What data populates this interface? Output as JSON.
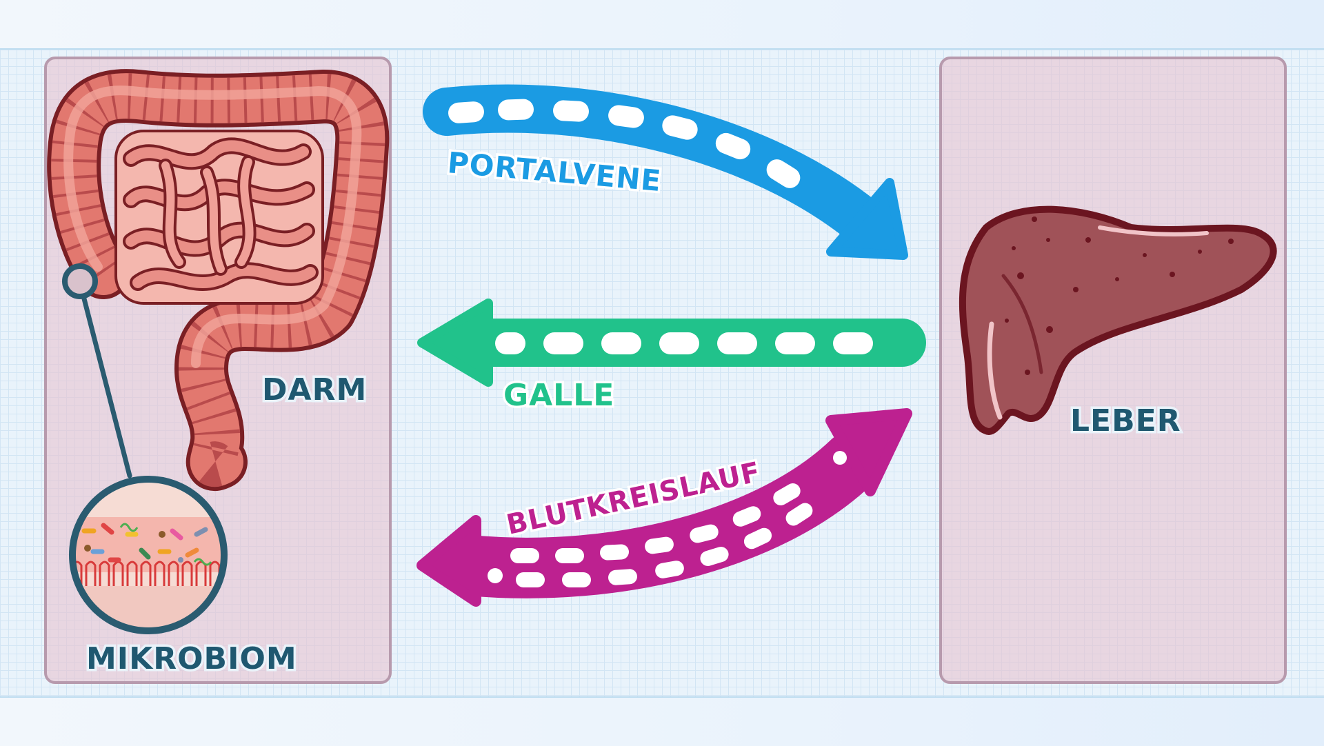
{
  "labels": {
    "darm": "DARM",
    "mikrobiom": "MIKROBIOM",
    "leber": "LEBER",
    "portalvene": "PORTALVENE",
    "galle": "GALLE",
    "blutkreislauf": "BLUTKREISLAUF"
  },
  "colors": {
    "portalvene": "#1b9be3",
    "galle": "#21c28b",
    "blutkreislauf": "#bd2190",
    "label_dark": "#1f5870",
    "intestine": "#e2786f",
    "intestine_outline": "#7a1f24",
    "liver": "#a05258",
    "liver_outline": "#6b1520",
    "panel": "#e6c4d0"
  },
  "icons": {
    "intestine": "intestine-illustration",
    "liver": "liver-illustration",
    "microbiome": "microbiome-magnifier"
  }
}
